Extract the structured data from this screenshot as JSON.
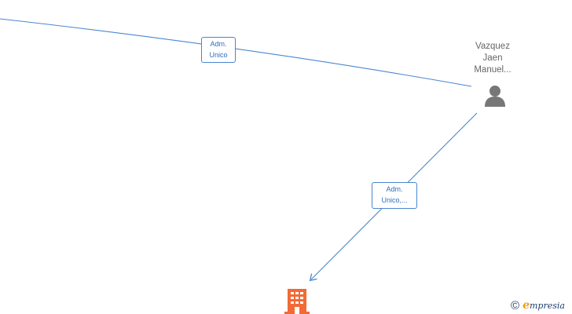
{
  "colors": {
    "edge": "#4a86d0",
    "person": "#777777",
    "company": "#f26a35",
    "brand_accent": "#f39c12"
  },
  "edges": [
    {
      "label_line1": "Adm.",
      "label_line2": "Unico"
    },
    {
      "label_line1": "Adm.",
      "label_line2": "Unico,..."
    }
  ],
  "person": {
    "name_line1": "Vazquez",
    "name_line2": "Jaen",
    "name_line3": "Manuel...",
    "icon": "person-icon"
  },
  "company": {
    "icon": "building-icon"
  },
  "brand": {
    "copyright_symbol": "©",
    "initial": "e",
    "rest": "mpresia"
  }
}
